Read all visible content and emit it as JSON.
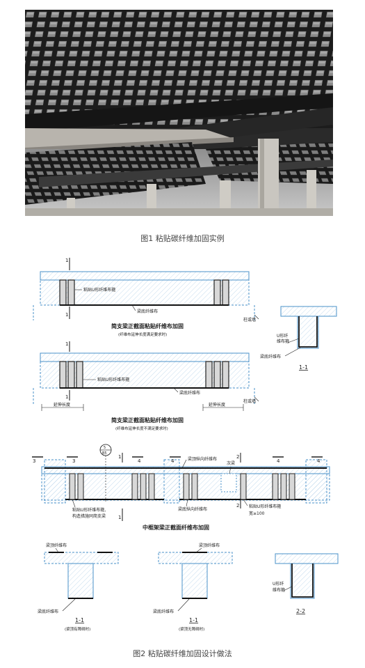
{
  "figure1": {
    "caption": "图1 粘贴碳纤维加固实例"
  },
  "figure2": {
    "caption": "图2 粘贴碳纤维加固设计做法",
    "detail_a": {
      "section_mark": "1",
      "label_u_hoop": "粘贴U形纤维布箍",
      "label_bottom": "梁底纤维布",
      "label_column": "柱或墙",
      "title": "简支梁正截面粘贴纤维布加固",
      "subtitle": "(纤维布延伸长度满足要求时)"
    },
    "detail_b": {
      "section_mark": "1",
      "label_u_hoop": "粘贴U形纤维布箍",
      "label_bottom": "梁底纤维布",
      "label_column": "柱或墙",
      "label_ext_left": "延伸长度",
      "label_ext_right": "延伸长度",
      "title": "简支梁正截面粘贴纤维布加固",
      "subtitle": "(纤维布延伸长度不满足要求时)"
    },
    "section_1_1_right": {
      "label_u": "U形纤",
      "label_u2": "维布箍",
      "label_bottom": "梁底纤维布",
      "title": "1-1"
    },
    "detail_c": {
      "marks": [
        "3",
        "3",
        "1",
        "4",
        "4",
        "4",
        "4",
        "2",
        "2",
        "1"
      ],
      "ref_top": "5",
      "ref_bottom": "B5",
      "label_top_long": "梁顶纵向纤维布",
      "label_secondary": "次梁",
      "label_u_hoop": "粘贴U形纤维布箍,",
      "label_u_hoop2": "构造措施同简支梁",
      "label_bottom_long": "梁底纵向纤维布",
      "label_u_hoop_r": "粘贴U形纤维布箍",
      "label_width": "宽≥100",
      "title": "中框架梁正截面纤维布加固"
    },
    "section_left": {
      "label_top": "梁顶纤维布",
      "label_bottom": "梁底纤维布",
      "title": "1-1",
      "subtitle": "(梁顶有障碍时)"
    },
    "section_mid": {
      "label_top": "梁顶纤维布",
      "label_bottom": "梁底纤维布",
      "title": "1-1",
      "subtitle": "(梁顶无障碍时)"
    },
    "section_2_2": {
      "label_u": "U形纤",
      "label_u2": "维布箍",
      "title": "2-2"
    }
  },
  "colors": {
    "concrete_outline": "#4a90c8",
    "hatch": "#9cc3e0",
    "fiber": "#111111"
  }
}
